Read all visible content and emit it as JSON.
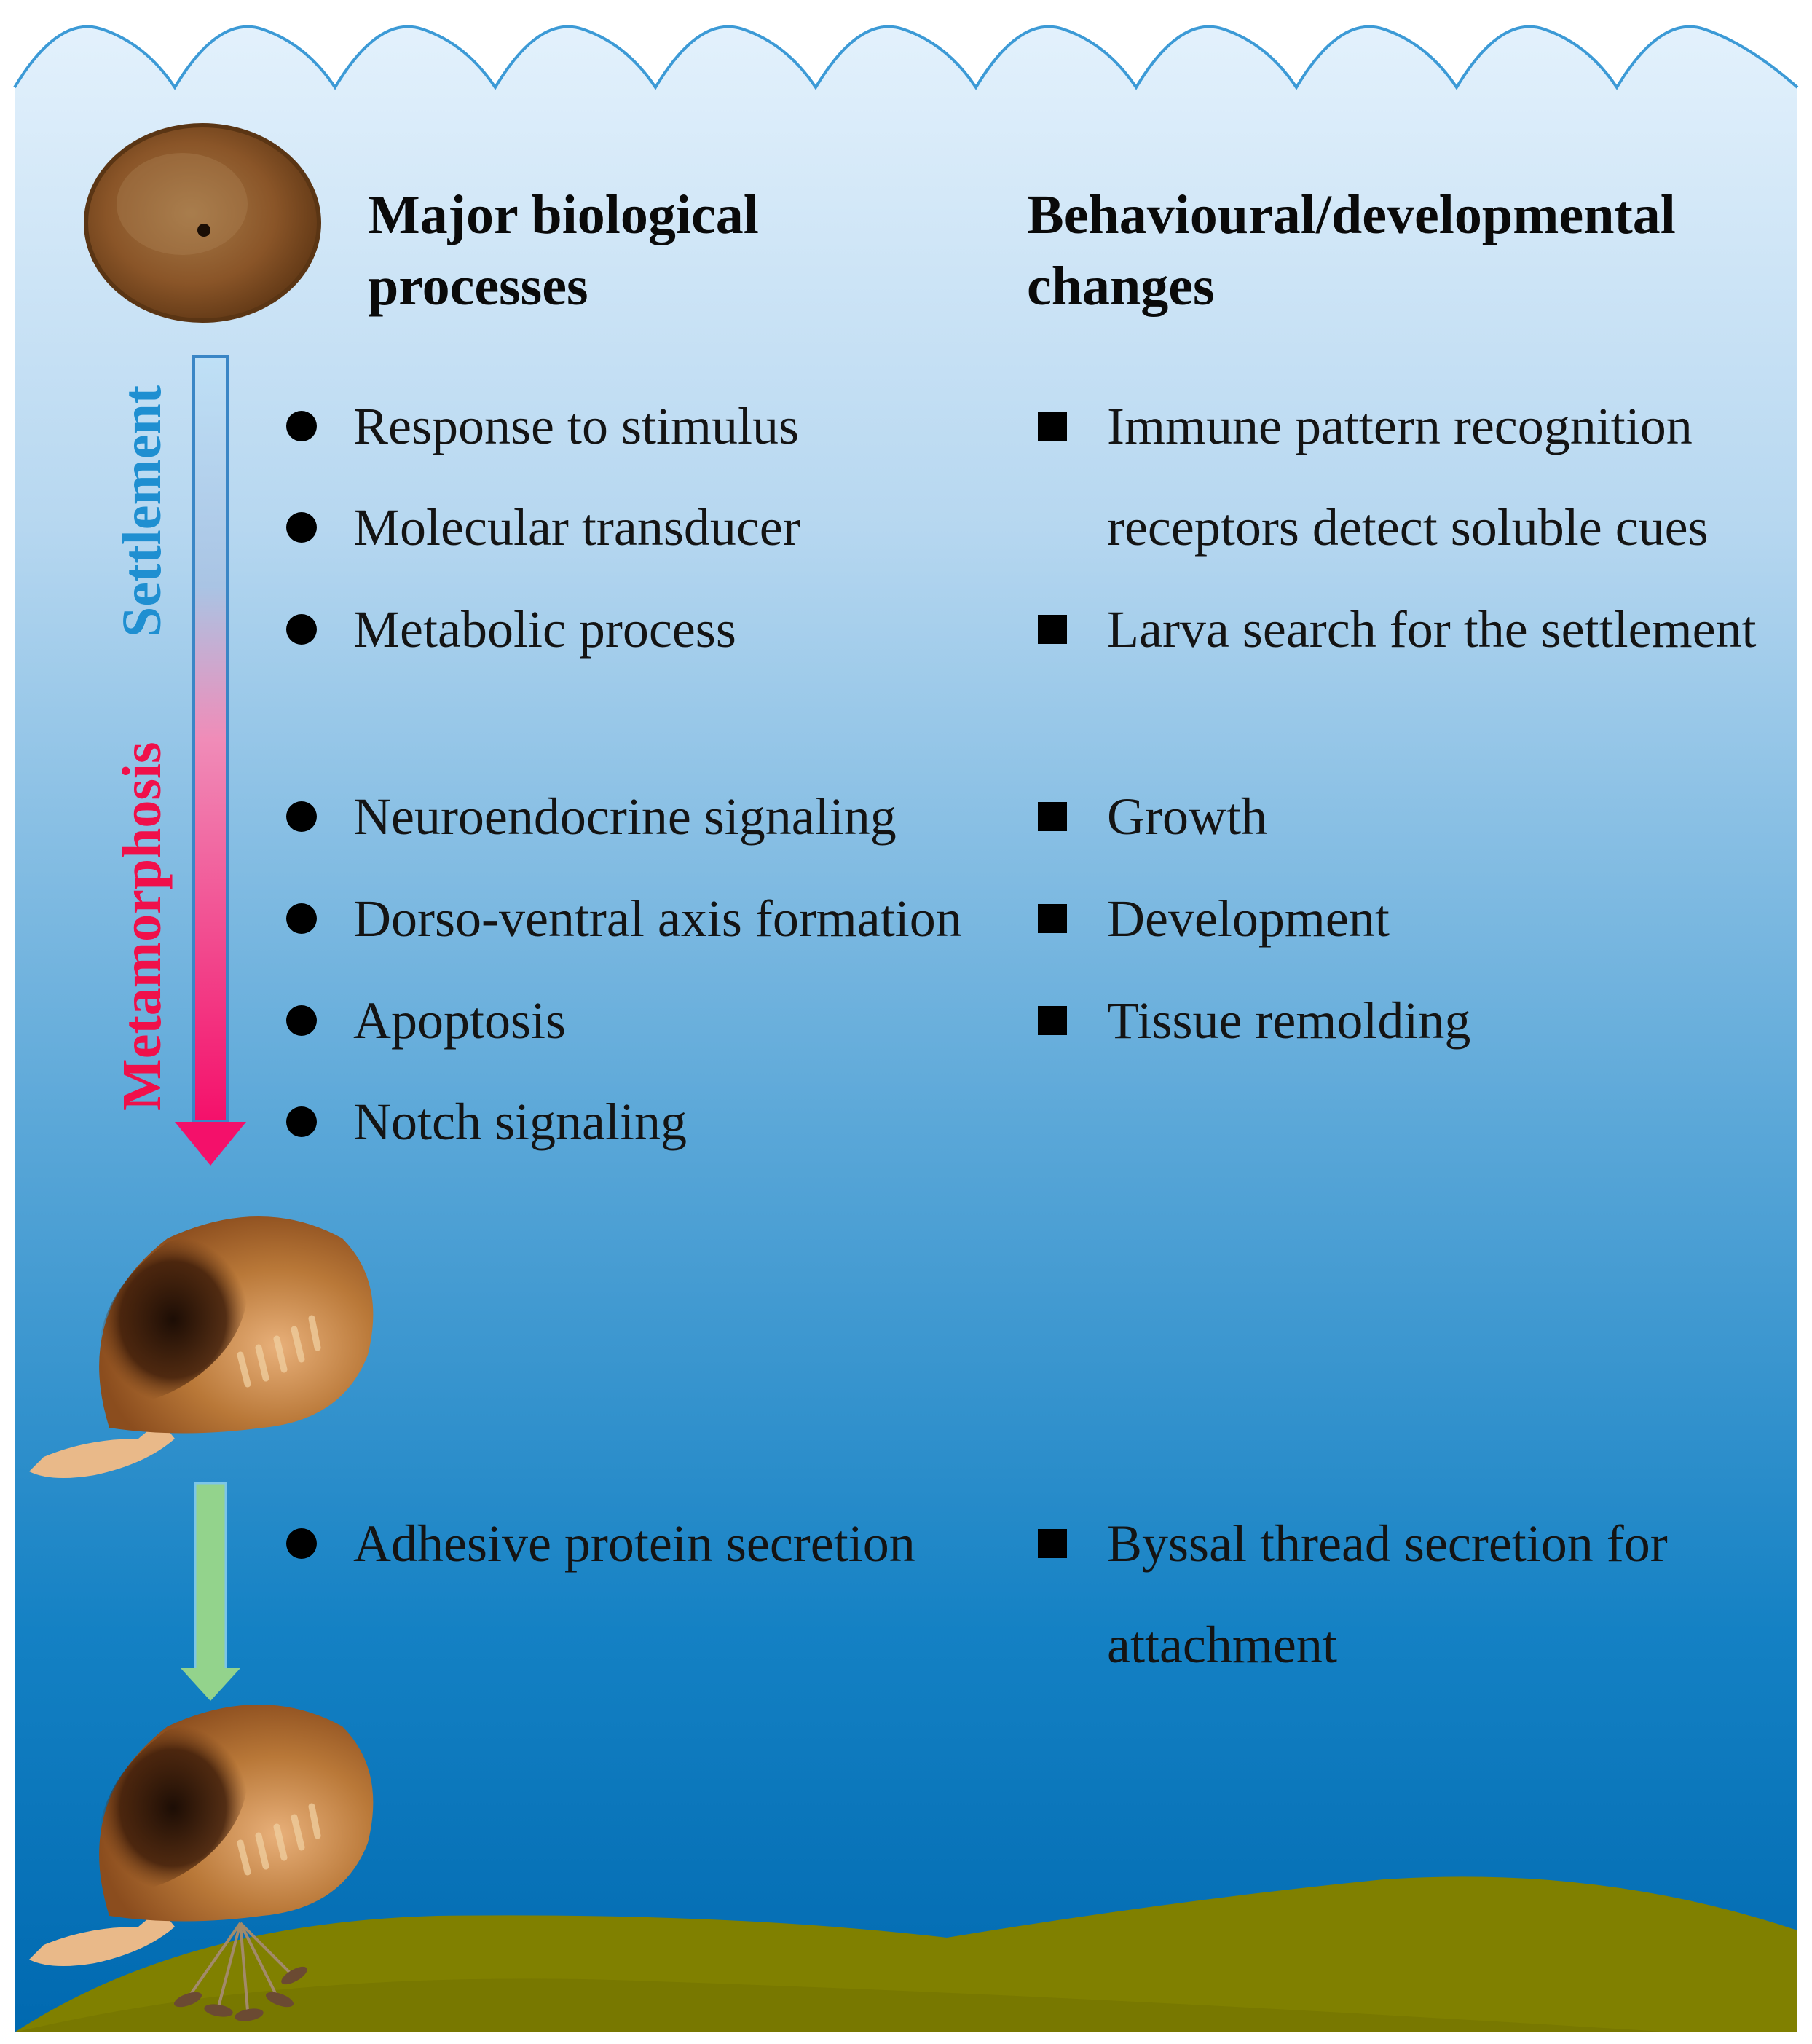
{
  "headings": {
    "processes_line1": "Major biological",
    "processes_line2": "processes",
    "changes_line1": "Behavioural/developmental",
    "changes_line2": "changes"
  },
  "stage_labels": {
    "settlement": "Settlement",
    "metamorphosis": "Metamorphosis"
  },
  "processes": [
    "Response to stimulus",
    "Molecular transducer",
    "Metabolic process",
    "Neuroendocrine signaling",
    "Dorso-ventral axis formation",
    "Apoptosis",
    "Notch signaling",
    "Adhesive protein secretion"
  ],
  "changes": [
    "Immune pattern recognition",
    "receptors detect soluble cues",
    "Larva search for the settlement",
    "Growth",
    "Development",
    "Tissue remolding",
    "Byssal thread secretion for",
    "attachment"
  ],
  "colors": {
    "water_top": "#ddeefb",
    "water_bottom": "#006bb3",
    "settlement_label": "#1f8fd1",
    "metamorphosis_label": "#f0104a",
    "seabed": "#808000",
    "larva_brown": "#9b5a28",
    "green_arrow": "#93d38c"
  }
}
